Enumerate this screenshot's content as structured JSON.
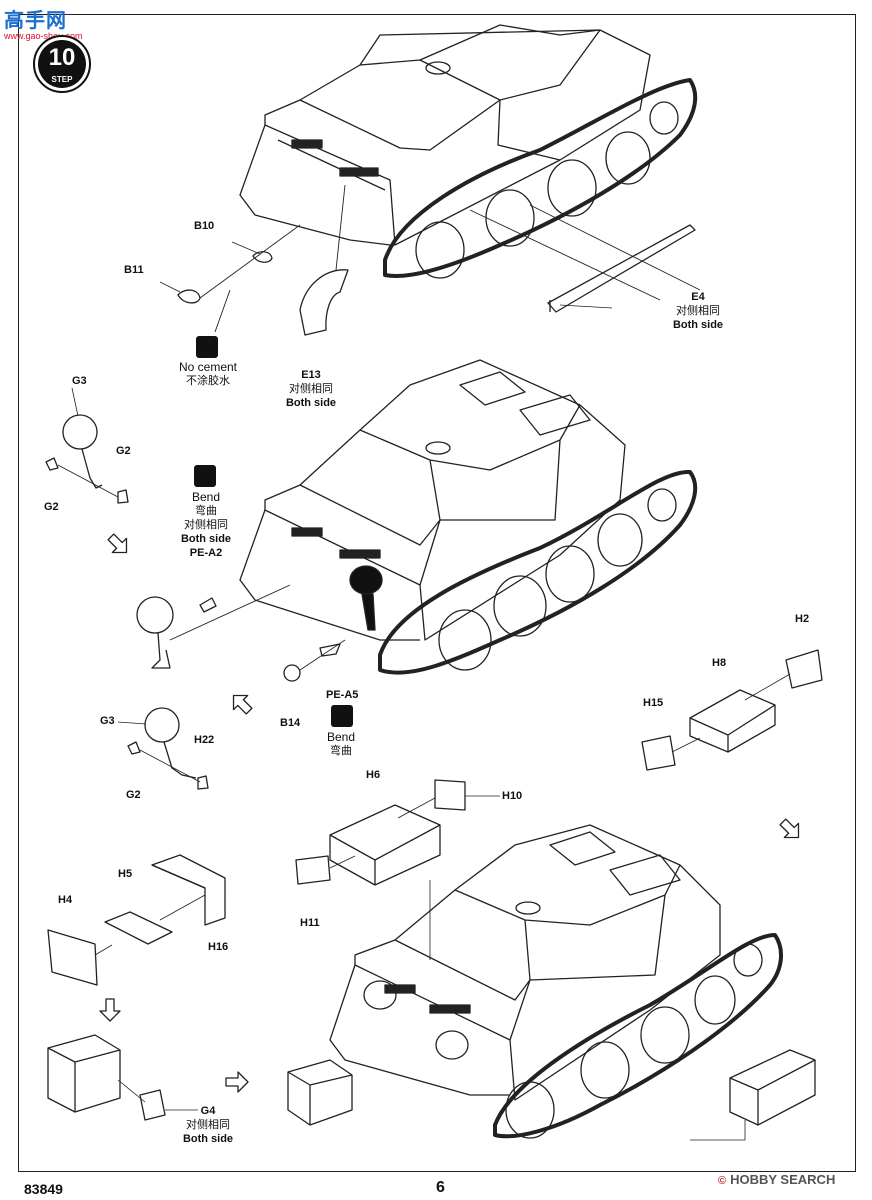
{
  "watermark": {
    "site": "高手网",
    "domain": "www.gao-shou.com",
    "bottom_right": "HOBBY SEARCH",
    "copyright": "©"
  },
  "step": {
    "number": "10",
    "label": "STEP"
  },
  "labels": {
    "B10": "B10",
    "B11": "B11",
    "E4": "E4",
    "E13": "E13",
    "G3_top": "G3",
    "G2_right": "G2",
    "G2_left": "G2",
    "PE_A2": "PE-A2",
    "PE_A5": "PE-A5",
    "B14": "B14",
    "G3_bottom": "G3",
    "H22": "H22",
    "G2_bottom": "G2",
    "H2": "H2",
    "H8": "H8",
    "H15": "H15",
    "H6": "H6",
    "H10": "H10",
    "H11": "H11",
    "H4": "H4",
    "H5": "H5",
    "H16": "H16",
    "G4": "G4"
  },
  "no_cement": {
    "en": "No cement",
    "zh": "不涂胶水"
  },
  "both_side": {
    "zh": "对侧相同",
    "en": "Both side"
  },
  "bend": {
    "en": "Bend",
    "zh": "弯曲"
  },
  "footer": {
    "code": "83849",
    "page": "6"
  }
}
